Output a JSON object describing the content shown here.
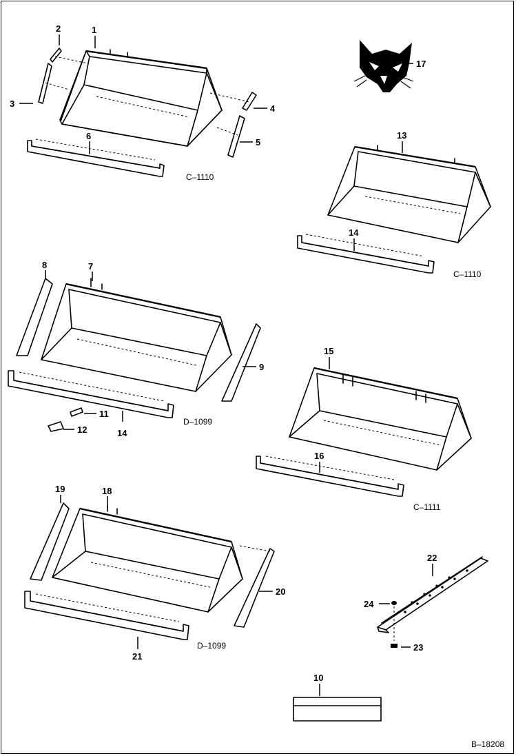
{
  "callouts": {
    "c1": "1",
    "c2": "2",
    "c3": "3",
    "c4": "4",
    "c5": "5",
    "c6": "6",
    "c7": "7",
    "c8": "8",
    "c9": "9",
    "c10": "10",
    "c11": "11",
    "c12": "12",
    "c13": "13",
    "c14a": "14",
    "c14b": "14",
    "c15": "15",
    "c16": "16",
    "c17": "17",
    "c18": "18",
    "c19": "19",
    "c20": "20",
    "c21": "21",
    "c22": "22",
    "c23": "23",
    "c24": "24"
  },
  "drawing_codes": {
    "bucket1": "C–1110",
    "bucket2": "C–1110",
    "bucket3": "D–1099",
    "bucket4": "C–1111",
    "bucket5": "D–1099"
  },
  "sheet_number": "B–18208",
  "icons": {
    "logo": "bobcat-head-logo-icon"
  }
}
